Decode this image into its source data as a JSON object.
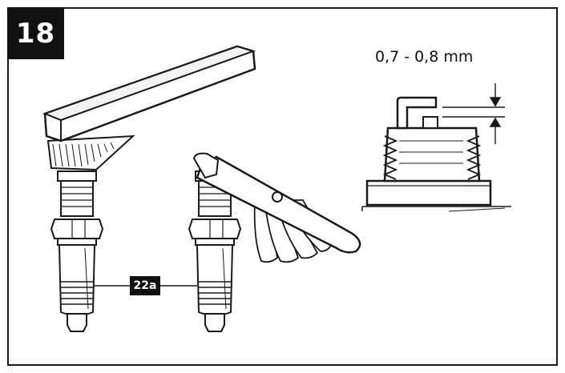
{
  "step": {
    "number": "18"
  },
  "gap": {
    "spec": "0,7 - 0,8 mm"
  },
  "callout": {
    "ref": "22a"
  },
  "icons": [
    "wire-brush-icon",
    "spark-plug-icon",
    "feeler-gauge-icon",
    "gap-arrow-icon"
  ],
  "colors": {
    "ink": "#1a1a1a",
    "badge": "#111111",
    "paper": "#ffffff",
    "shade": "#e8e8e8"
  }
}
